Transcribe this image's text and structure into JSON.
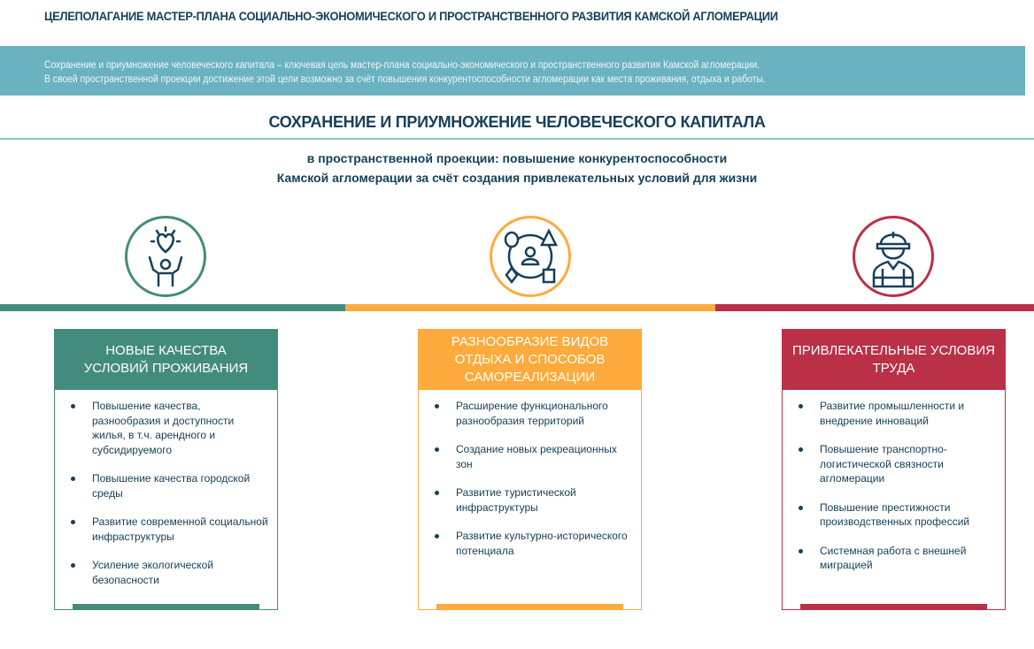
{
  "title": "ЦЕЛЕПОЛАГАНИЕ МАСТЕР-ПЛАНА СОЦИАЛЬНО-ЭКОНОМИЧЕСКОГО И ПРОСТРАНСТВЕННОГО РАЗВИТИЯ КАМСКОЙ АГЛОМЕРАЦИИ",
  "banner": [
    "Сохранение и приумножение человеческого капитала – ключевая цель мастер-плана социально-экономического и пространственного развития Камской агломерации.",
    "В своей пространственной проекции достижение этой цели возможно за счёт повышения конкурентоспособности агломерации как места проживания, отдыха и работы."
  ],
  "heading": "СОХРАНЕНИЕ И ПРИУМНОЖЕНИЕ ЧЕЛОВЕЧЕСКОГО КАПИТАЛА",
  "subtitle": [
    "в пространственной проекции: повышение конкурентоспособности",
    "Камской агломерации за счёт создания привлекательных условий для жизни"
  ],
  "colors": {
    "green": "#438c7d",
    "orange": "#ffaa3c",
    "red": "#ba3047",
    "banner": "#6ab2c0",
    "text": "#16405a"
  },
  "cards": [
    {
      "icon": "heart-person-icon",
      "title": [
        "НОВЫЕ КАЧЕСТВА",
        "УСЛОВИЙ ПРОЖИВАНИЯ"
      ],
      "items": [
        "Повышение качества, разнообразия и доступности жилья, в т.ч. арендного  и субсидируемого",
        "Повышение качества городской среды",
        "Развитие современной  социальной инфраструктуры",
        "Усиление экологической безопасности"
      ]
    },
    {
      "icon": "diversity-person-icon",
      "title": [
        "РАЗНООБРАЗИЕ ВИДОВ",
        "ОТДЫХА И СПОСОБОВ",
        "САМОРЕАЛИЗАЦИИ"
      ],
      "items": [
        "Расширение функционального разнообразия территорий",
        "Создание новых рекреационных зон",
        "Развитие туристической инфраструктуры",
        "Развитие культурно-исторического потенциала"
      ]
    },
    {
      "icon": "worker-icon",
      "title": [
        "ПРИВЛЕКАТЕЛЬНЫЕ УСЛОВИЯ",
        "ТРУДА"
      ],
      "items": [
        "Развитие промышленности и внедрение инноваций",
        "Повышение транспортно-логистической связности агломерации",
        "Повышение престижности производственных профессий",
        "Системная работа с внешней миграцией"
      ]
    }
  ]
}
